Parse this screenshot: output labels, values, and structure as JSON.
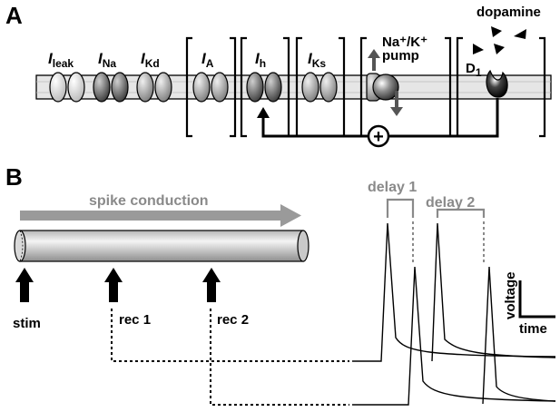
{
  "panel_a": {
    "letter": "A",
    "channels": [
      {
        "name": "I",
        "sub": "leak"
      },
      {
        "name": "I",
        "sub": "Na"
      },
      {
        "name": "I",
        "sub": "Kd"
      },
      {
        "name": "I",
        "sub": "A"
      },
      {
        "name": "I",
        "sub": "h"
      },
      {
        "name": "I",
        "sub": "Ks"
      }
    ],
    "pump_label_line1": "Na⁺/K⁺",
    "pump_label_line2": "pump",
    "dopamine_label": "dopamine",
    "receptor_label": "D",
    "receptor_sub": "1",
    "modulation_symbol": "+"
  },
  "panel_b": {
    "letter": "B",
    "conduction_label": "spike conduction",
    "stim_label": "stim",
    "rec1_label": "rec 1",
    "rec2_label": "rec 2",
    "delay1_label": "delay 1",
    "delay2_label": "delay 2",
    "scale_voltage": "voltage",
    "scale_time": "time"
  },
  "colors": {
    "membrane": "#e6e6e6",
    "light_channel": "#d4d4d4",
    "dark_channel": "#6e6e6e",
    "mid_channel": "#9c9c9c",
    "annotation_grey": "#8a8a8a"
  }
}
